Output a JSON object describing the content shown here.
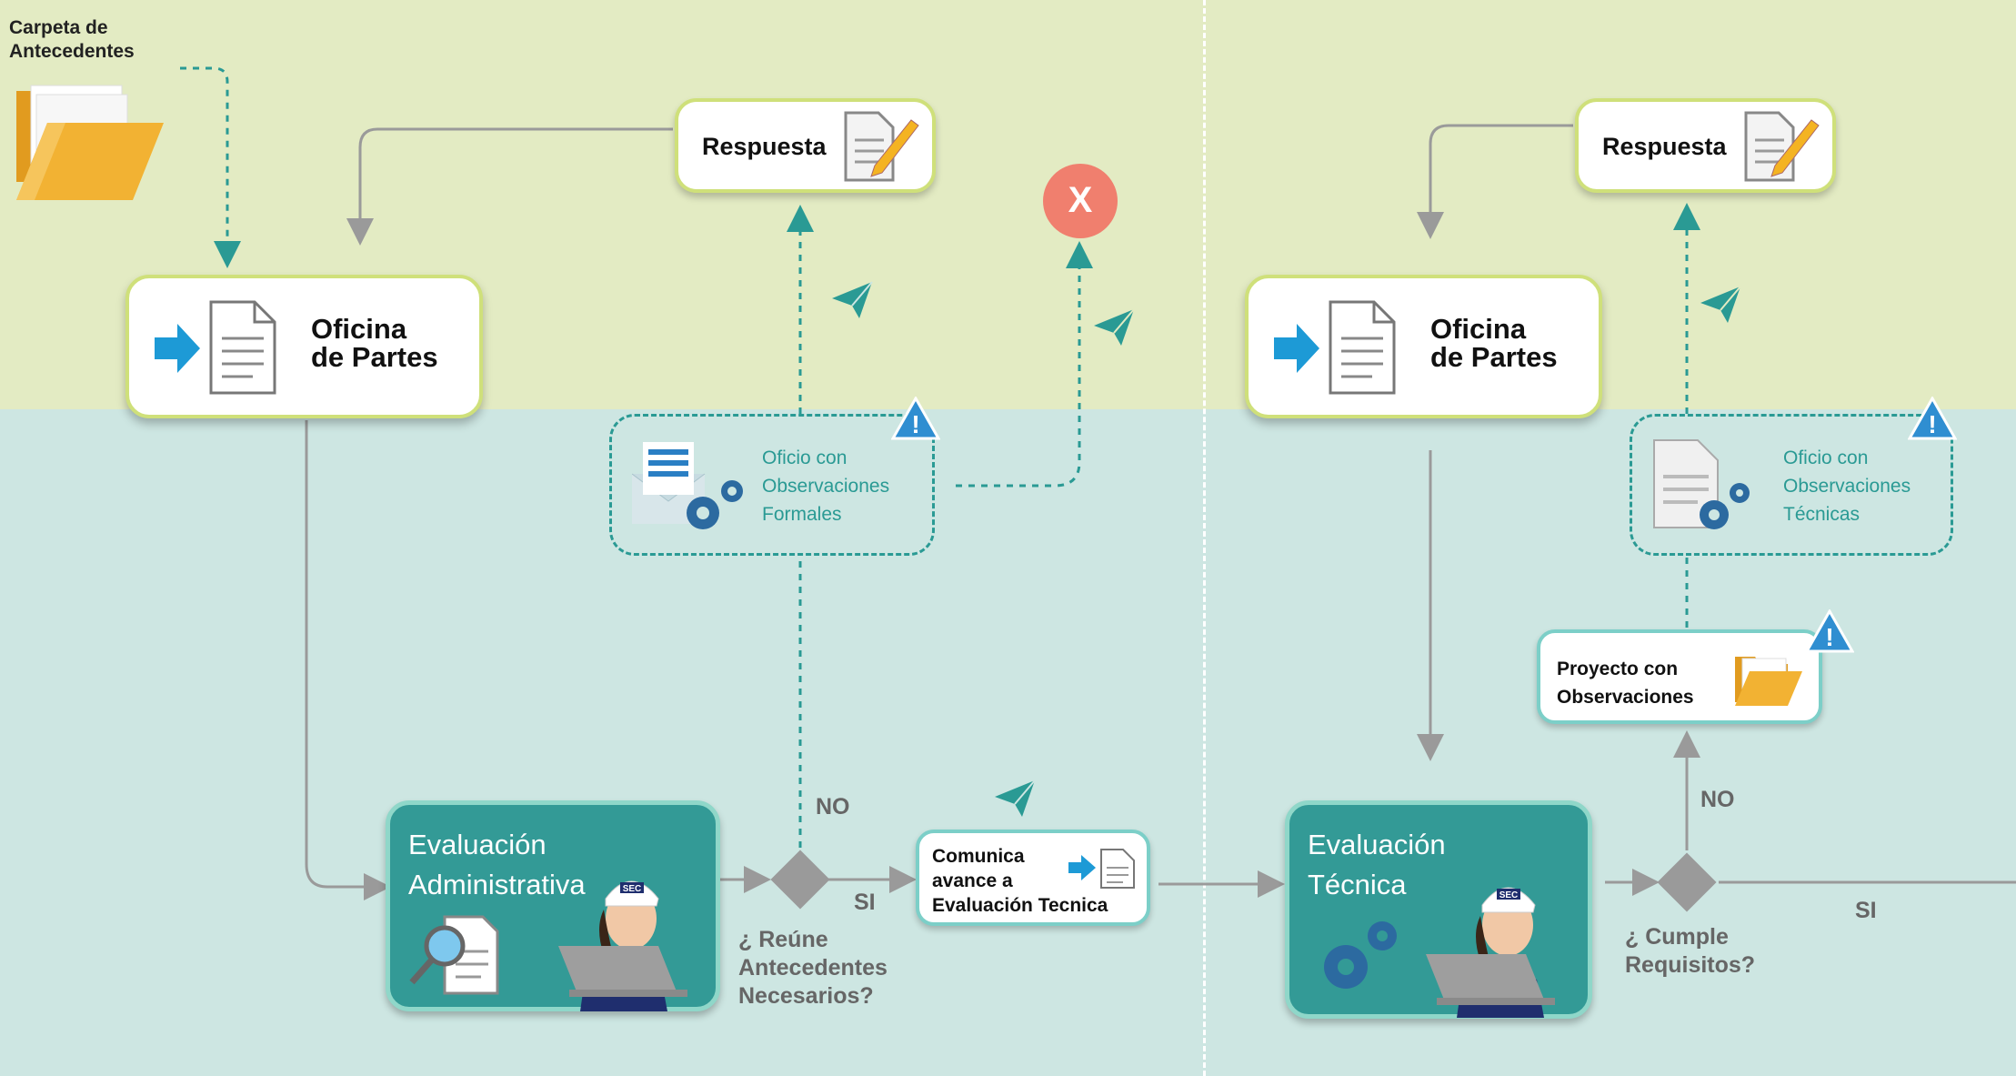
{
  "colors": {
    "top_band": "#e3ebc3",
    "bottom_band": "#cde6e2",
    "teal": "#2a9a94",
    "eval_fill": "#339a96",
    "arrow_gray": "#999999",
    "reject_red": "#f07f6e",
    "warning_blue": "#2f8ed1"
  },
  "folder_label": {
    "line1": "Carpeta de",
    "line2": "Antecedentes"
  },
  "left": {
    "oficina": {
      "line1": "Oficina",
      "line2": "de Partes"
    },
    "respuesta": "Respuesta",
    "reject_symbol": "X",
    "oficio": {
      "line1": "Oficio con",
      "line2": "Observaciones",
      "line3": "Formales"
    },
    "eval": {
      "line1": "Evaluación",
      "line2": "Administrativa"
    },
    "decision": {
      "no": "NO",
      "si": "SI",
      "q1": "¿ Reúne",
      "q2": "Antecedentes",
      "q3": "Necesarios?"
    },
    "comunica": {
      "line1": "Comunica",
      "line2": "avance a",
      "line3": "Evaluación Tecnica"
    }
  },
  "right": {
    "oficina": {
      "line1": "Oficina",
      "line2": "de Partes"
    },
    "respuesta": "Respuesta",
    "oficio": {
      "line1": "Oficio con",
      "line2": "Observaciones",
      "line3": "Técnicas"
    },
    "proyecto": {
      "line1": "Proyecto con",
      "line2": "Observaciones"
    },
    "eval": {
      "line1": "Evaluación",
      "line2": "Técnica"
    },
    "decision": {
      "no": "NO",
      "si": "SI",
      "q1": "¿ Cumple",
      "q2": "Requisitos?"
    }
  },
  "badge_text": "SEC",
  "warning_symbol": "!"
}
